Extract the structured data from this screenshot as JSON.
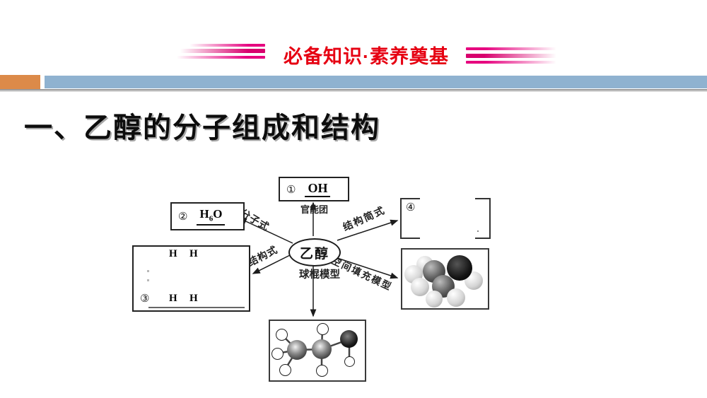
{
  "banner": {
    "title": "必备知识·素养奠基"
  },
  "heading": {
    "title": "一、乙醇的分子组成和结构"
  },
  "diagram": {
    "center_label": "乙醇",
    "labels": {
      "functional_group": "官能团",
      "molecular_formula": "分子式",
      "structural_formula": "结构式",
      "condensed_formula": "结构简式",
      "space_filling_model": "空间填充模型",
      "ball_stick_model": "球棍模型"
    },
    "boxes": {
      "functional_group": {
        "num": "①",
        "answer": "OH"
      },
      "molecular_formula": {
        "num": "②",
        "answer_pre": "H",
        "answer_sub": "6",
        "answer_post": "O"
      },
      "structural_formula": {
        "num": "③",
        "h_label": "H"
      },
      "condensed_formula": {
        "num": "④"
      }
    }
  },
  "colors": {
    "banner_red": "#e60012",
    "stripe_magenta": "#e6007e",
    "bar_blue": "#8fb2d0",
    "bar_orange": "#dc8a49"
  }
}
